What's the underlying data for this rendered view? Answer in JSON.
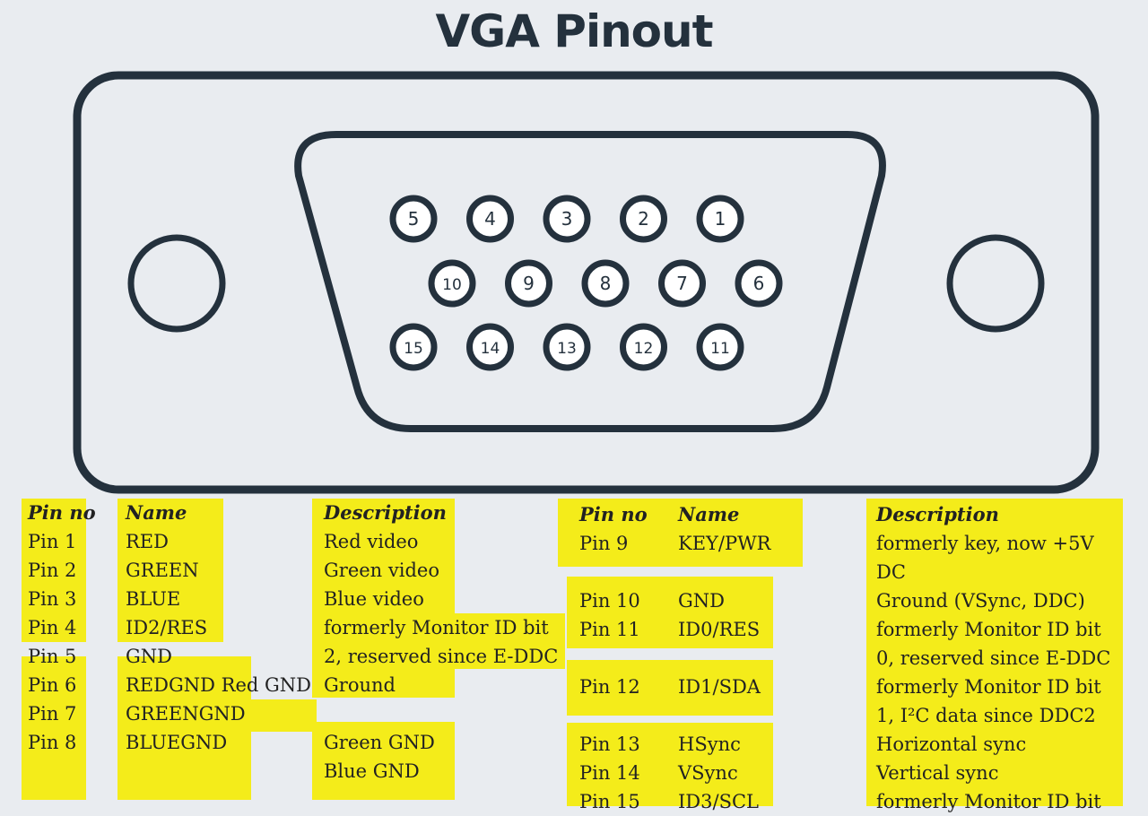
{
  "title": "VGA Pinout",
  "colors": {
    "background": "#e9ecf0",
    "connector_stroke": "#24313d",
    "highlight": "#f4ec1a"
  },
  "connector": {
    "rows": [
      [
        "5",
        "4",
        "3",
        "2",
        "1"
      ],
      [
        "10",
        "9",
        "8",
        "7",
        "6"
      ],
      [
        "15",
        "14",
        "13",
        "12",
        "11"
      ]
    ]
  },
  "left_table": {
    "headers": {
      "pin": "Pin no",
      "name": "Name",
      "description": "Description"
    },
    "rows": [
      {
        "pin": "Pin 1",
        "name": "RED",
        "description": "Red video"
      },
      {
        "pin": "Pin 2",
        "name": "GREEN",
        "description": "Green video"
      },
      {
        "pin": "Pin 3",
        "name": "BLUE",
        "description": "Blue video"
      },
      {
        "pin": "Pin 4",
        "name": "ID2/RES",
        "description": "formerly Monitor ID bit",
        "description_cont": "2, reserved since E-DDC"
      },
      {
        "pin": "Pin 5",
        "name": "GND",
        "description": "Ground"
      },
      {
        "pin": "Pin 6",
        "name": "REDGND Red GND",
        "description": ""
      },
      {
        "pin": "Pin 7",
        "name": "GREENGND",
        "description": "Green GND"
      },
      {
        "pin": "Pin 8",
        "name": "BLUEGND",
        "description": "Blue GND"
      }
    ]
  },
  "right_table": {
    "headers": {
      "pin": "Pin no",
      "name": "Name",
      "description": "Description"
    },
    "rows": [
      {
        "pin": "Pin 9",
        "name": "KEY/PWR"
      },
      {
        "pin": "Pin 10",
        "name": "GND"
      },
      {
        "pin": "Pin 11",
        "name": "ID0/RES"
      },
      {
        "pin": "Pin 12",
        "name": "ID1/SDA"
      },
      {
        "pin": "Pin 13",
        "name": "HSync"
      },
      {
        "pin": "Pin 14",
        "name": "VSync"
      },
      {
        "pin": "Pin 15",
        "name": "ID3/SCL"
      }
    ],
    "description_lines": [
      "formerly key, now +5V",
      "DC",
      "Ground (VSync, DDC)",
      "formerly Monitor ID bit",
      "0, reserved since E-DDC",
      "formerly Monitor ID bit",
      "1, I²C data since DDC2",
      "Horizontal sync",
      "Vertical sync",
      "formerly Monitor ID bit"
    ]
  }
}
